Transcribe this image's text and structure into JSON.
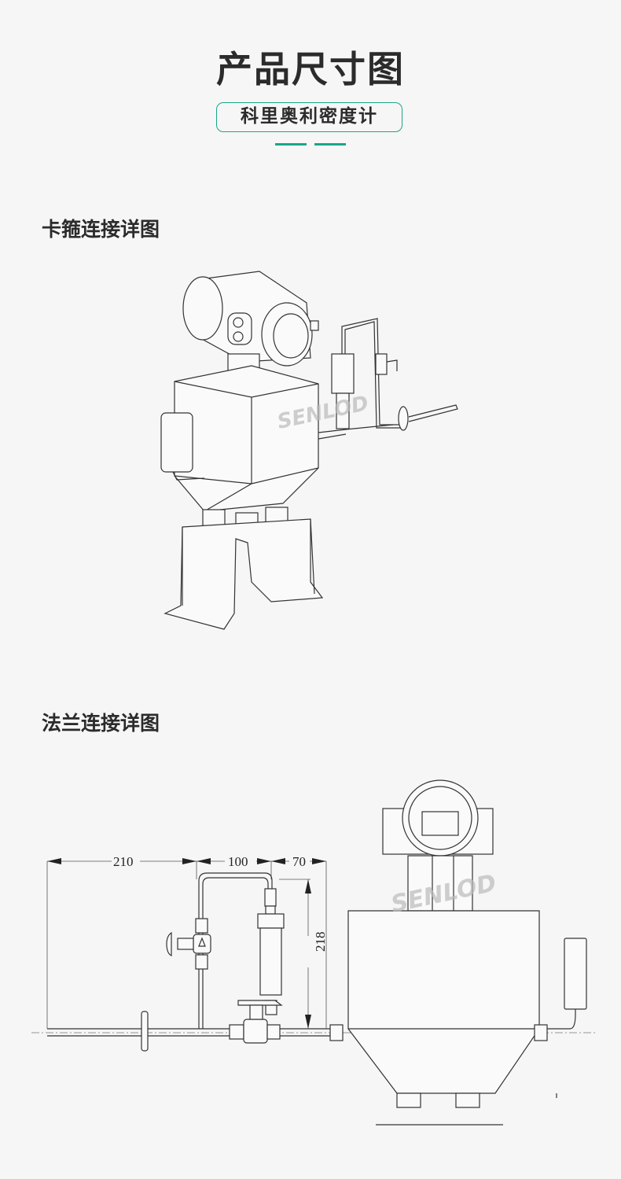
{
  "header": {
    "title": "产品尺寸图",
    "product_badge": "科里奥利密度计"
  },
  "sections": [
    {
      "title": "卡箍连接详图"
    },
    {
      "title": "法兰连接详图"
    }
  ],
  "dimensions": {
    "d1": "210",
    "d2": "100",
    "d3": "70",
    "d4": "218"
  },
  "watermark": {
    "brand": "SENLOD"
  },
  "colors": {
    "accent": "#1aa68a"
  }
}
